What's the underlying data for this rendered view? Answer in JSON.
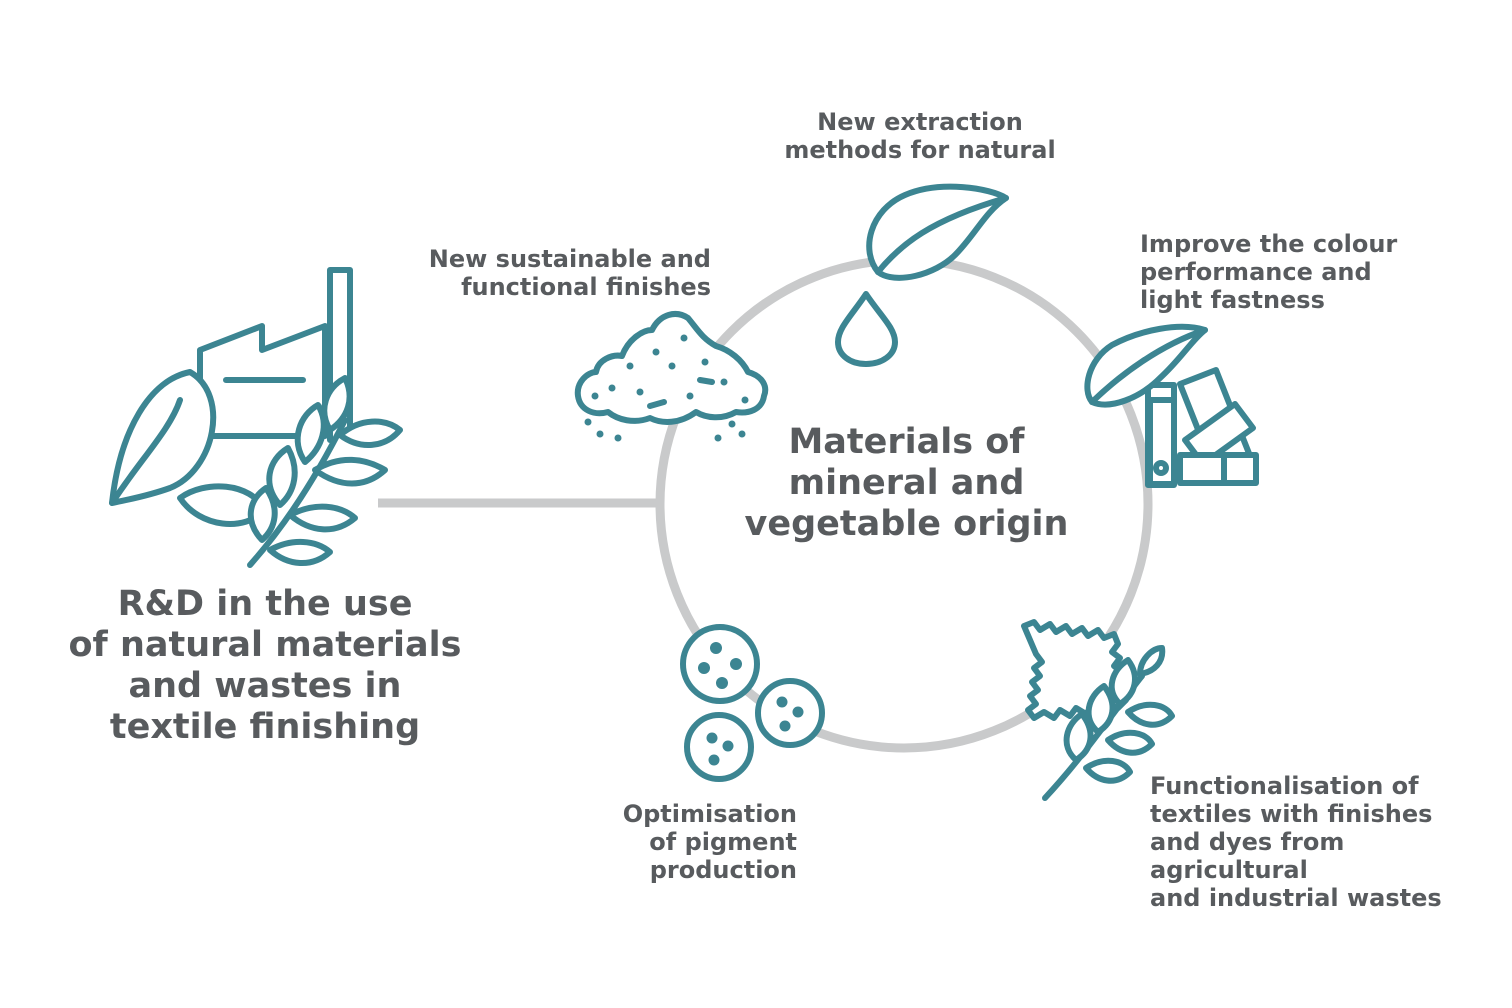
{
  "main_title": "R&D in the use\nof natural materials\nand wastes in\ntextile finishing",
  "hub_title": "Materials of\nmineral and\nvegetable origin",
  "nodes": {
    "extraction": {
      "label": "New extraction\nmethods for natural",
      "icon": "leaf-drop-icon"
    },
    "colour": {
      "label": "Improve the colour\nperformance and\nlight fastness",
      "icon": "leaf-colour-swatch-icon"
    },
    "finishes": {
      "label": "New sustainable and\nfunctional finishes",
      "icon": "powder-pile-icon"
    },
    "pigment": {
      "label": "Optimisation\nof pigment\nproduction",
      "icon": "pigment-granules-icon"
    },
    "wastes": {
      "label": "Functionalisation of\ntextiles with finishes\nand dyes from\nagricultural\nand industrial wastes",
      "icon": "fabric-wheat-icon"
    }
  },
  "colors": {
    "teal": "#3c8592",
    "ring": "#c9cacb",
    "text": "#585b5e"
  }
}
